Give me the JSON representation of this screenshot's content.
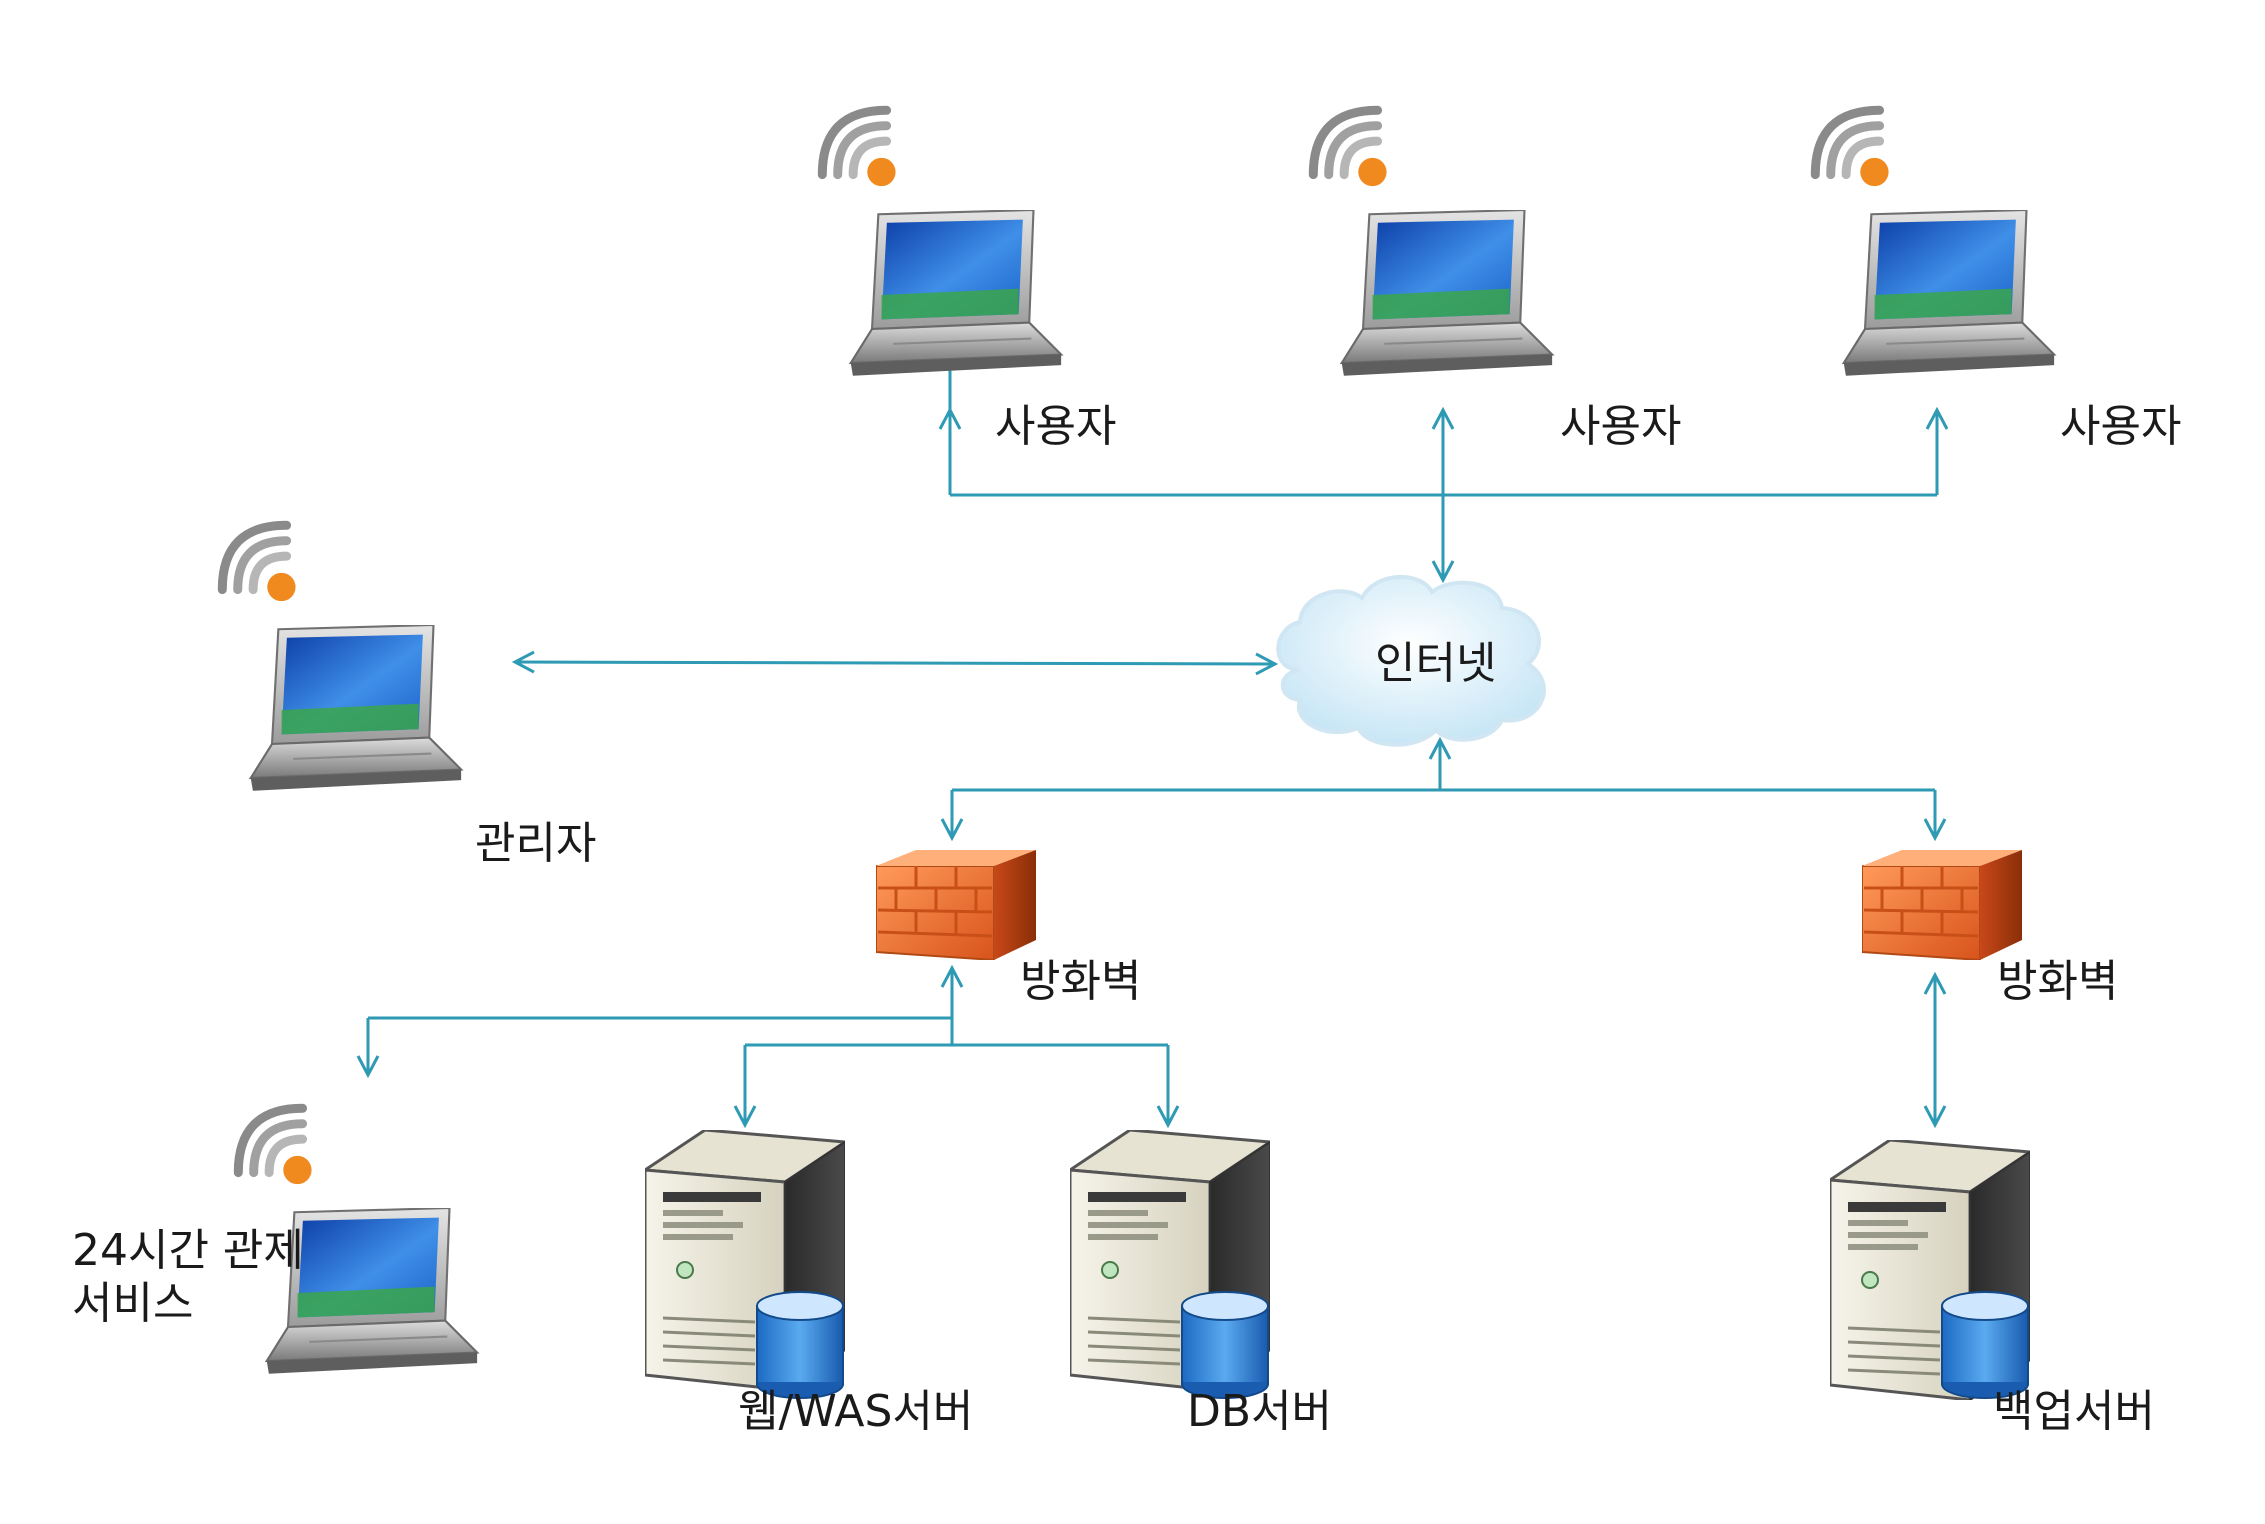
{
  "nodes": {
    "user_1": {
      "label": "사용자"
    },
    "user_2": {
      "label": "사용자"
    },
    "user_3": {
      "label": "사용자"
    },
    "admin": {
      "label": "관리자"
    },
    "internet": {
      "label": "인터넷"
    },
    "firewall_1": {
      "label": "방화벽"
    },
    "firewall_2": {
      "label": "방화벽"
    },
    "monitoring": {
      "line1": "24시간 관제",
      "line2": "서비스"
    },
    "web_server": {
      "label": "웹/WAS서버"
    },
    "db_server": {
      "label": "DB서버"
    },
    "backup_server": {
      "label": "백업서버"
    }
  },
  "colors": {
    "connector": "#2e9ab4",
    "firewall": "#f07a3a",
    "wifi": "#8a8a8a",
    "wifi_dot": "#f08a1e",
    "laptop_screen": "#1f6fd0",
    "server_body": "#e9e6d8",
    "db_cylinder": "#3a8ad8"
  },
  "icons": {
    "laptop": "laptop-icon",
    "wifi": "wifi-icon",
    "cloud": "cloud-icon",
    "firewall": "firewall-icon",
    "server": "server-icon",
    "database": "database-icon"
  }
}
